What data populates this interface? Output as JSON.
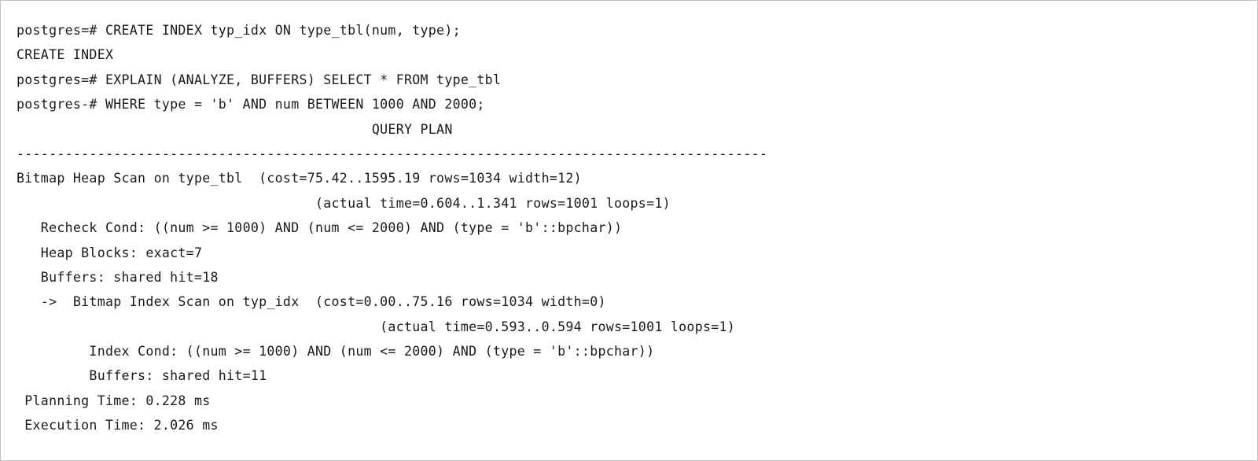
{
  "window": {
    "kind": "terminal-console",
    "background_color": "#ffffff",
    "text_color": "#1a1a1a",
    "border_color": "#c3c3c3"
  },
  "session": {
    "program": "psql",
    "database": "postgres",
    "prompt_primary": "postgres=#",
    "prompt_continuation": "postgres-#"
  },
  "terminal": {
    "lines": [
      "postgres=# CREATE INDEX typ_idx ON type_tbl(num, type);",
      "CREATE INDEX",
      "postgres=# EXPLAIN (ANALYZE, BUFFERS) SELECT * FROM type_tbl",
      "postgres-# WHERE type = 'b' AND num BETWEEN 1000 AND 2000;",
      "                                            QUERY PLAN",
      "---------------------------------------------------------------------------------------------",
      "Bitmap Heap Scan on type_tbl  (cost=75.42..1595.19 rows=1034 width=12)",
      "                                     (actual time=0.604..1.341 rows=1001 loops=1)",
      "   Recheck Cond: ((num >= 1000) AND (num <= 2000) AND (type = 'b'::bpchar))",
      "   Heap Blocks: exact=7",
      "   Buffers: shared hit=18",
      "   ->  Bitmap Index Scan on typ_idx  (cost=0.00..75.16 rows=1034 width=0)",
      "                                             (actual time=0.593..0.594 rows=1001 loops=1)",
      "         Index Cond: ((num >= 1000) AND (num <= 2000) AND (type = 'b'::bpchar))",
      "         Buffers: shared hit=11",
      " Planning Time: 0.228 ms",
      " Execution Time: 2.026 ms"
    ]
  },
  "commands": [
    {
      "prompt": "postgres=#",
      "sql": "CREATE INDEX typ_idx ON type_tbl(num, type);",
      "result": "CREATE INDEX"
    },
    {
      "prompt": "postgres=#",
      "sql": "EXPLAIN (ANALYZE, BUFFERS) SELECT * FROM type_tbl WHERE type = 'b' AND num BETWEEN 1000 AND 2000;"
    }
  ],
  "query_plan": {
    "header": "QUERY PLAN",
    "separator_char": "-",
    "separator_length": 93,
    "nodes": [
      {
        "name": "Bitmap Heap Scan",
        "relation": "type_tbl",
        "cost_start": "75.42",
        "cost_total": "1595.19",
        "rows": "1034",
        "width": "12",
        "actual_time_start": "0.604",
        "actual_time_total": "1.341",
        "actual_rows": "1001",
        "loops": "1",
        "recheck_cond": "((num >= 1000) AND (num <= 2000) AND (type = 'b'::bpchar))",
        "heap_blocks": "exact=7",
        "buffers": "shared hit=18"
      },
      {
        "name": "Bitmap Index Scan",
        "relation": "typ_idx",
        "cost_start": "0.00",
        "cost_total": "75.16",
        "rows": "1034",
        "width": "0",
        "actual_time_start": "0.593",
        "actual_time_total": "0.594",
        "actual_rows": "1001",
        "loops": "1",
        "index_cond": "((num >= 1000) AND (num <= 2000) AND (type = 'b'::bpchar))",
        "buffers": "shared hit=11"
      }
    ],
    "planning_time": "0.228 ms",
    "execution_time": "2.026 ms",
    "planning_time_label": "Planning Time:",
    "execution_time_label": "Execution Time:"
  }
}
